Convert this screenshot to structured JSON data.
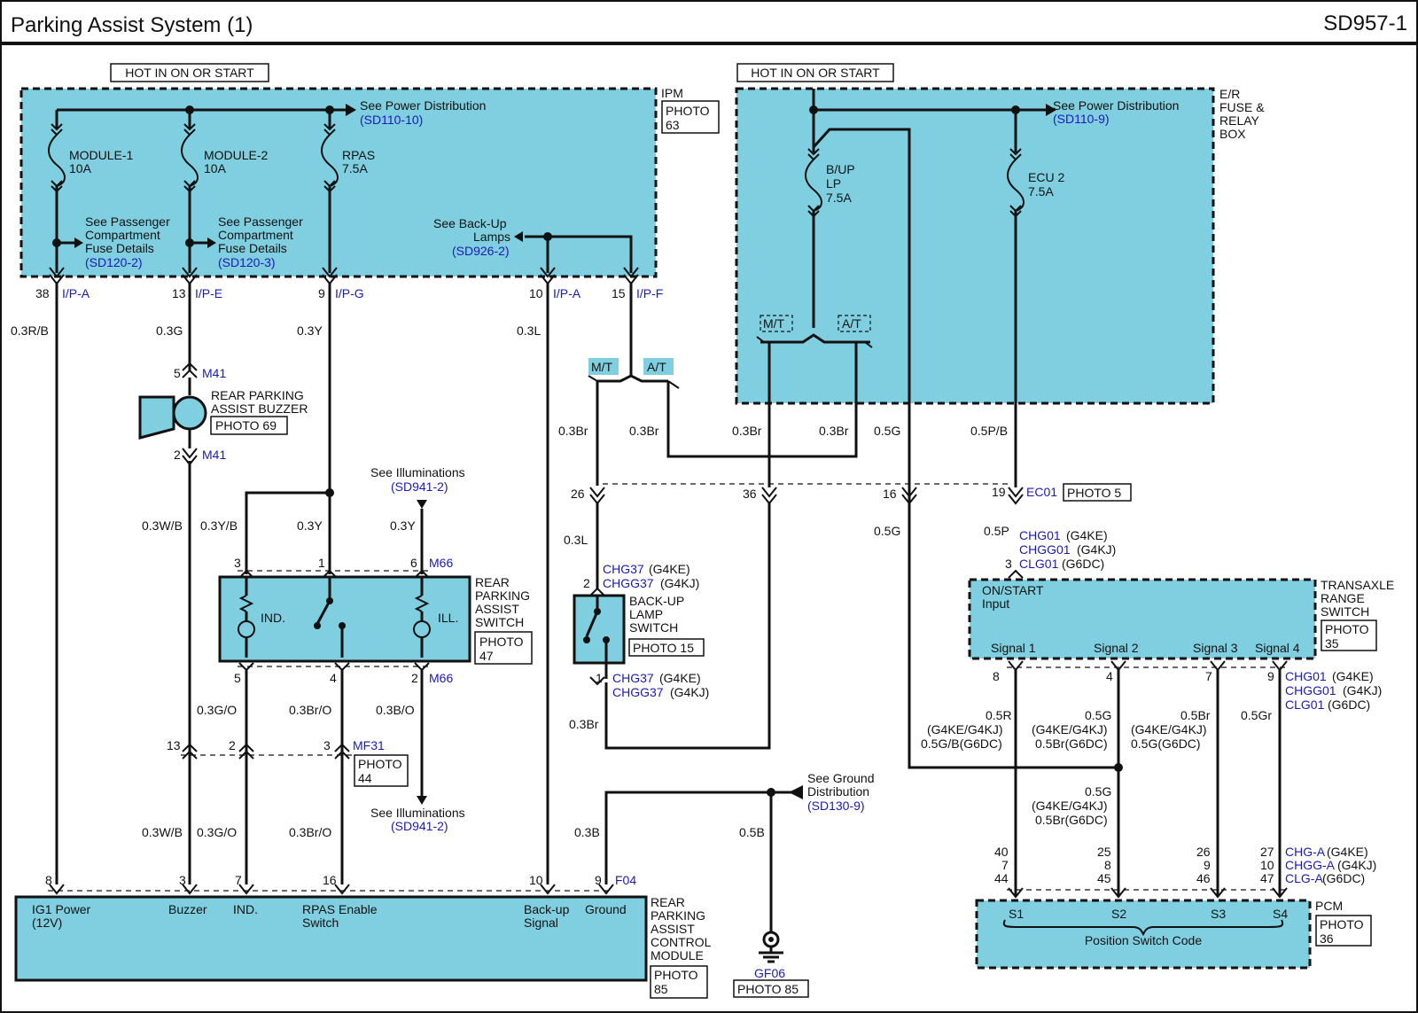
{
  "title": "Parking Assist System (1)",
  "code": "SD957-1",
  "hot1": "HOT IN ON OR START",
  "hot2": "HOT IN ON OR START",
  "ipm": {
    "name": "IPM",
    "photo1": "PHOTO",
    "photo2": "63",
    "seePower": "See Power Distribution",
    "seePowerRef": "(SD110-10)",
    "fuse1a": "MODULE-1",
    "fuse1b": "10A",
    "fuse2a": "MODULE-2",
    "fuse2b": "10A",
    "fuse3a": "RPAS",
    "fuse3b": "7.5A",
    "spc1a": "See Passenger",
    "spc1b": "Compartment",
    "spc1c": "Fuse Details",
    "spc1r": "(SD120-2)",
    "spc2a": "See Passenger",
    "spc2b": "Compartment",
    "spc2c": "Fuse Details",
    "spc2r": "(SD120-3)",
    "back1": "See Back-Up",
    "back2": "Lamps",
    "backRef": "(SD926-2)"
  },
  "er": {
    "n1": "E/R",
    "n2": "FUSE &",
    "n3": "RELAY",
    "n4": "BOX",
    "seePower": "See Power Distribution",
    "seePowerRef": "(SD110-9)",
    "f1a": "B/UP",
    "f1b": "LP",
    "f1c": "7.5A",
    "f2a": "ECU 2",
    "f2b": "7.5A",
    "mt": "M/T",
    "at": "A/T"
  },
  "pins": {
    "p38": "38",
    "c38": "I/P-A",
    "p13": "13",
    "c13": "I/P-E",
    "p9": "9",
    "c9": "I/P-G",
    "p10": "10",
    "c10": "I/P-A",
    "p15": "15",
    "c15": "I/P-F"
  },
  "wires": {
    "w1": "0.3R/B",
    "w2": "0.3G",
    "w3": "0.3Y",
    "w4": "0.3L",
    "w5": "0.3W/B",
    "w6": "0.3Y/B",
    "w7": "0.3Y",
    "w8": "0.3Y",
    "w9": "0.3Br",
    "w10": "0.3Br",
    "w11": "0.3Br",
    "w12": "0.3Br",
    "w13": "0.5G",
    "w14": "0.5P/B",
    "w15": "0.5G",
    "w16": "0.5P",
    "w17": "0.3L",
    "w18": "0.3G/O",
    "w19": "0.3Br/O",
    "w20": "0.3B/O",
    "w21": "0.3W/B",
    "w22": "0.3G/O",
    "w23": "0.3Br/O",
    "w24": "0.3B",
    "w25": "0.5B",
    "w26": "0.3Br",
    "w27": "0.5Gr"
  },
  "buzzer": {
    "p5": "5",
    "c5": "M41",
    "p2": "2",
    "c2": "M41",
    "l1": "REAR PARKING",
    "l2": "ASSIST BUZZER",
    "photo": "PHOTO 69"
  },
  "sw": {
    "l1": "REAR",
    "l2": "PARKING",
    "l3": "ASSIST",
    "l4": "SWITCH",
    "photo1": "PHOTO",
    "photo2": "47",
    "ind": "IND.",
    "ill": "ILL.",
    "pt3": "3",
    "pt1": "1",
    "pt6": "6",
    "m66a": "M66",
    "pb5": "5",
    "pb4": "4",
    "pb2": "2",
    "m66b": "M66",
    "illTop": "See Illuminations",
    "illTopRef": "(SD941-2)",
    "illBot": "See Illuminations",
    "illBotRef": "(SD941-2)"
  },
  "mf31": {
    "p13": "13",
    "p2": "2",
    "p3": "3",
    "conn": "MF31",
    "photo1": "PHOTO",
    "photo2": "44"
  },
  "bu": {
    "mt": "M/T",
    "at": "A/T",
    "p26": "26",
    "p36": "36",
    "p16": "16",
    "p19": "19",
    "ec01": "EC01",
    "ec01photo": "PHOTO 5",
    "p2": "2",
    "c1": "CHG37",
    "c1v": "(G4KE)",
    "c2": "CHGG37",
    "c2v": "(G4KJ)",
    "l1": "BACK-UP",
    "l2": "LAMP",
    "l3": "SWITCH",
    "photo": "PHOTO 15",
    "p1": "1",
    "c3": "CHG37",
    "c3v": "(G4KE)",
    "c4": "CHGG37",
    "c4v": "(G4KJ)"
  },
  "trs": {
    "l1": "TRANSAXLE",
    "l2": "RANGE",
    "l3": "SWITCH",
    "photo1": "PHOTO",
    "photo2": "35",
    "in1": "ON/START",
    "in2": "Input",
    "s1": "Signal 1",
    "s2": "Signal 2",
    "s3": "Signal 3",
    "s4": "Signal 4",
    "c1": "CHG01",
    "c1v": "(G4KE)",
    "c2": "CHGG01",
    "c2v": "(G4KJ)",
    "p3": "3",
    "c3": "CLG01",
    "c3v": "(G6DC)",
    "p8": "8",
    "p4": "4",
    "p7": "7",
    "p9": "9",
    "c4": "CHG01",
    "c4v": "(G4KE)",
    "c5": "CHGG01",
    "c5v": "(G4KJ)",
    "c6": "CLG01",
    "c6v": "(G6DC)",
    "a1": "0.5R",
    "a2": "(G4KE/G4KJ)",
    "a3": "0.5G/B(G6DC)",
    "b1": "0.5G",
    "b2": "(G4KE/G4KJ)",
    "b3": "0.5Br(G6DC)",
    "d1": "0.5Br",
    "d2": "(G4KE/G4KJ)",
    "d3": "0.5G(G6DC)",
    "e1": "0.5G",
    "e2": "(G4KE/G4KJ)",
    "e3": "0.5Br(G6DC)"
  },
  "pcm": {
    "name": "PCM",
    "photo1": "PHOTO",
    "photo2": "36",
    "s1": "S1",
    "s2": "S2",
    "s3": "S3",
    "s4": "S4",
    "code": "Position Switch Code",
    "q40": "40",
    "q7": "7",
    "q44": "44",
    "q25": "25",
    "q8": "8",
    "q45": "45",
    "q26": "26",
    "q9": "9",
    "q46": "46",
    "q27": "27",
    "q10": "10",
    "q47": "47",
    "c1": "CHG-A",
    "c1v": "(G4KE)",
    "c2": "CHGG-A",
    "c2v": "(G4KJ)",
    "c3": "CLG-A",
    "c3v": "(G6DC)"
  },
  "gnd": {
    "see1": "See Ground",
    "see2": "Distribution",
    "ref": "(SD130-9)",
    "name": "GF06",
    "photo": "PHOTO 85"
  },
  "rpac": {
    "l1": "REAR",
    "l2": "PARKING",
    "l3": "ASSIST",
    "l4": "CONTROL",
    "l5": "MODULE",
    "photo1": "PHOTO",
    "photo2": "85",
    "p8": "8",
    "p3": "3",
    "p7": "7",
    "p16": "16",
    "p10": "10",
    "p9": "9",
    "f04": "F04",
    "t1a": "IG1 Power",
    "t1b": "(12V)",
    "t2": "Buzzer",
    "t3": "IND.",
    "t4a": "RPAS Enable",
    "t4b": "Switch",
    "t5a": "Back-up",
    "t5b": "Signal",
    "t6": "Ground"
  }
}
